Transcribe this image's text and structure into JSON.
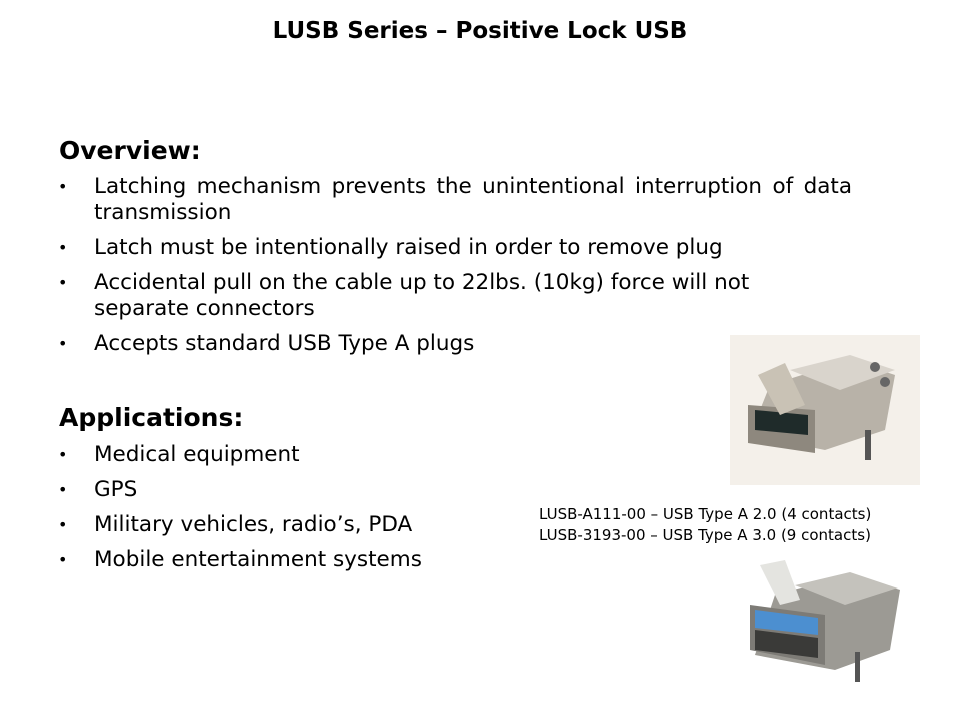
{
  "title": "LUSB Series – Positive Lock USB",
  "overview": {
    "heading": "Overview:",
    "items": [
      "Latching mechanism prevents the unintentional interruption of data transmission",
      "Latch must be intentionally raised in order to remove plug",
      "Accidental pull on the cable up to 22lbs. (10kg) force will not separate connectors",
      "Accepts standard USB Type A plugs"
    ]
  },
  "applications": {
    "heading": "Applications:",
    "items": [
      "Medical equipment",
      "GPS",
      "Military vehicles, radio’s, PDA",
      "Mobile entertainment systems"
    ]
  },
  "captions": [
    "LUSB-A111-00 – USB Type A 2.0 (4 contacts)",
    "LUSB-3193-00 – USB Type A 3.0 (9 contacts)"
  ],
  "bullet": "•"
}
